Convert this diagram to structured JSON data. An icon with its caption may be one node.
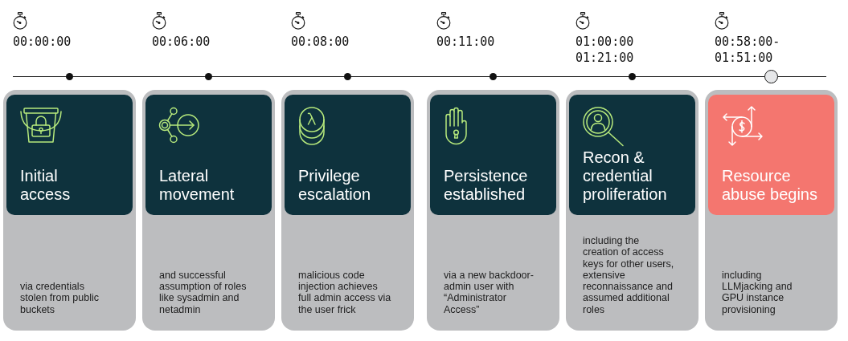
{
  "diagram": {
    "nodes": [
      {
        "text": [
          "via credentials stolen from public buckets"
        ],
        "beside": [
          "00:00:00"
        ]
      },
      {
        "text": [
          "Initial access"
        ],
        "in": 0
      },
      {
        "text": [
          "and successful assumption of roles like sysadmin and netadmin"
        ],
        "beside": [
          "00:06:00"
        ]
      },
      {
        "text": [
          "Lateral movement"
        ],
        "in": 2
      },
      {
        "text": [
          "malicious code injection achieves full admin access via the user frick"
        ],
        "beside": [
          "00:08:00"
        ]
      },
      {
        "text": [
          "Privilege escalation"
        ],
        "in": 4
      },
      {
        "text": [
          "via a new backdoor-admin user with “Administrator Access”"
        ],
        "beside": [
          "00:11:00"
        ]
      },
      {
        "text": [
          "Persistence established"
        ],
        "in": 6
      },
      {
        "text": [
          "including the creation of access keys for other users, extensive reconnaissance and assumed additional roles"
        ],
        "beside": [
          "01:00:00 01:21:00"
        ]
      },
      {
        "text": [
          "Recon & credential proliferation"
        ],
        "in": 8
      },
      {
        "text": [
          "including LLMjacking and GPU instance provisioning"
        ],
        "beside": [
          "00:58:00- 01:51:00"
        ]
      },
      {
        "text": [
          "Resource abuse begins"
        ],
        "in": 10
      }
    ]
  }
}
